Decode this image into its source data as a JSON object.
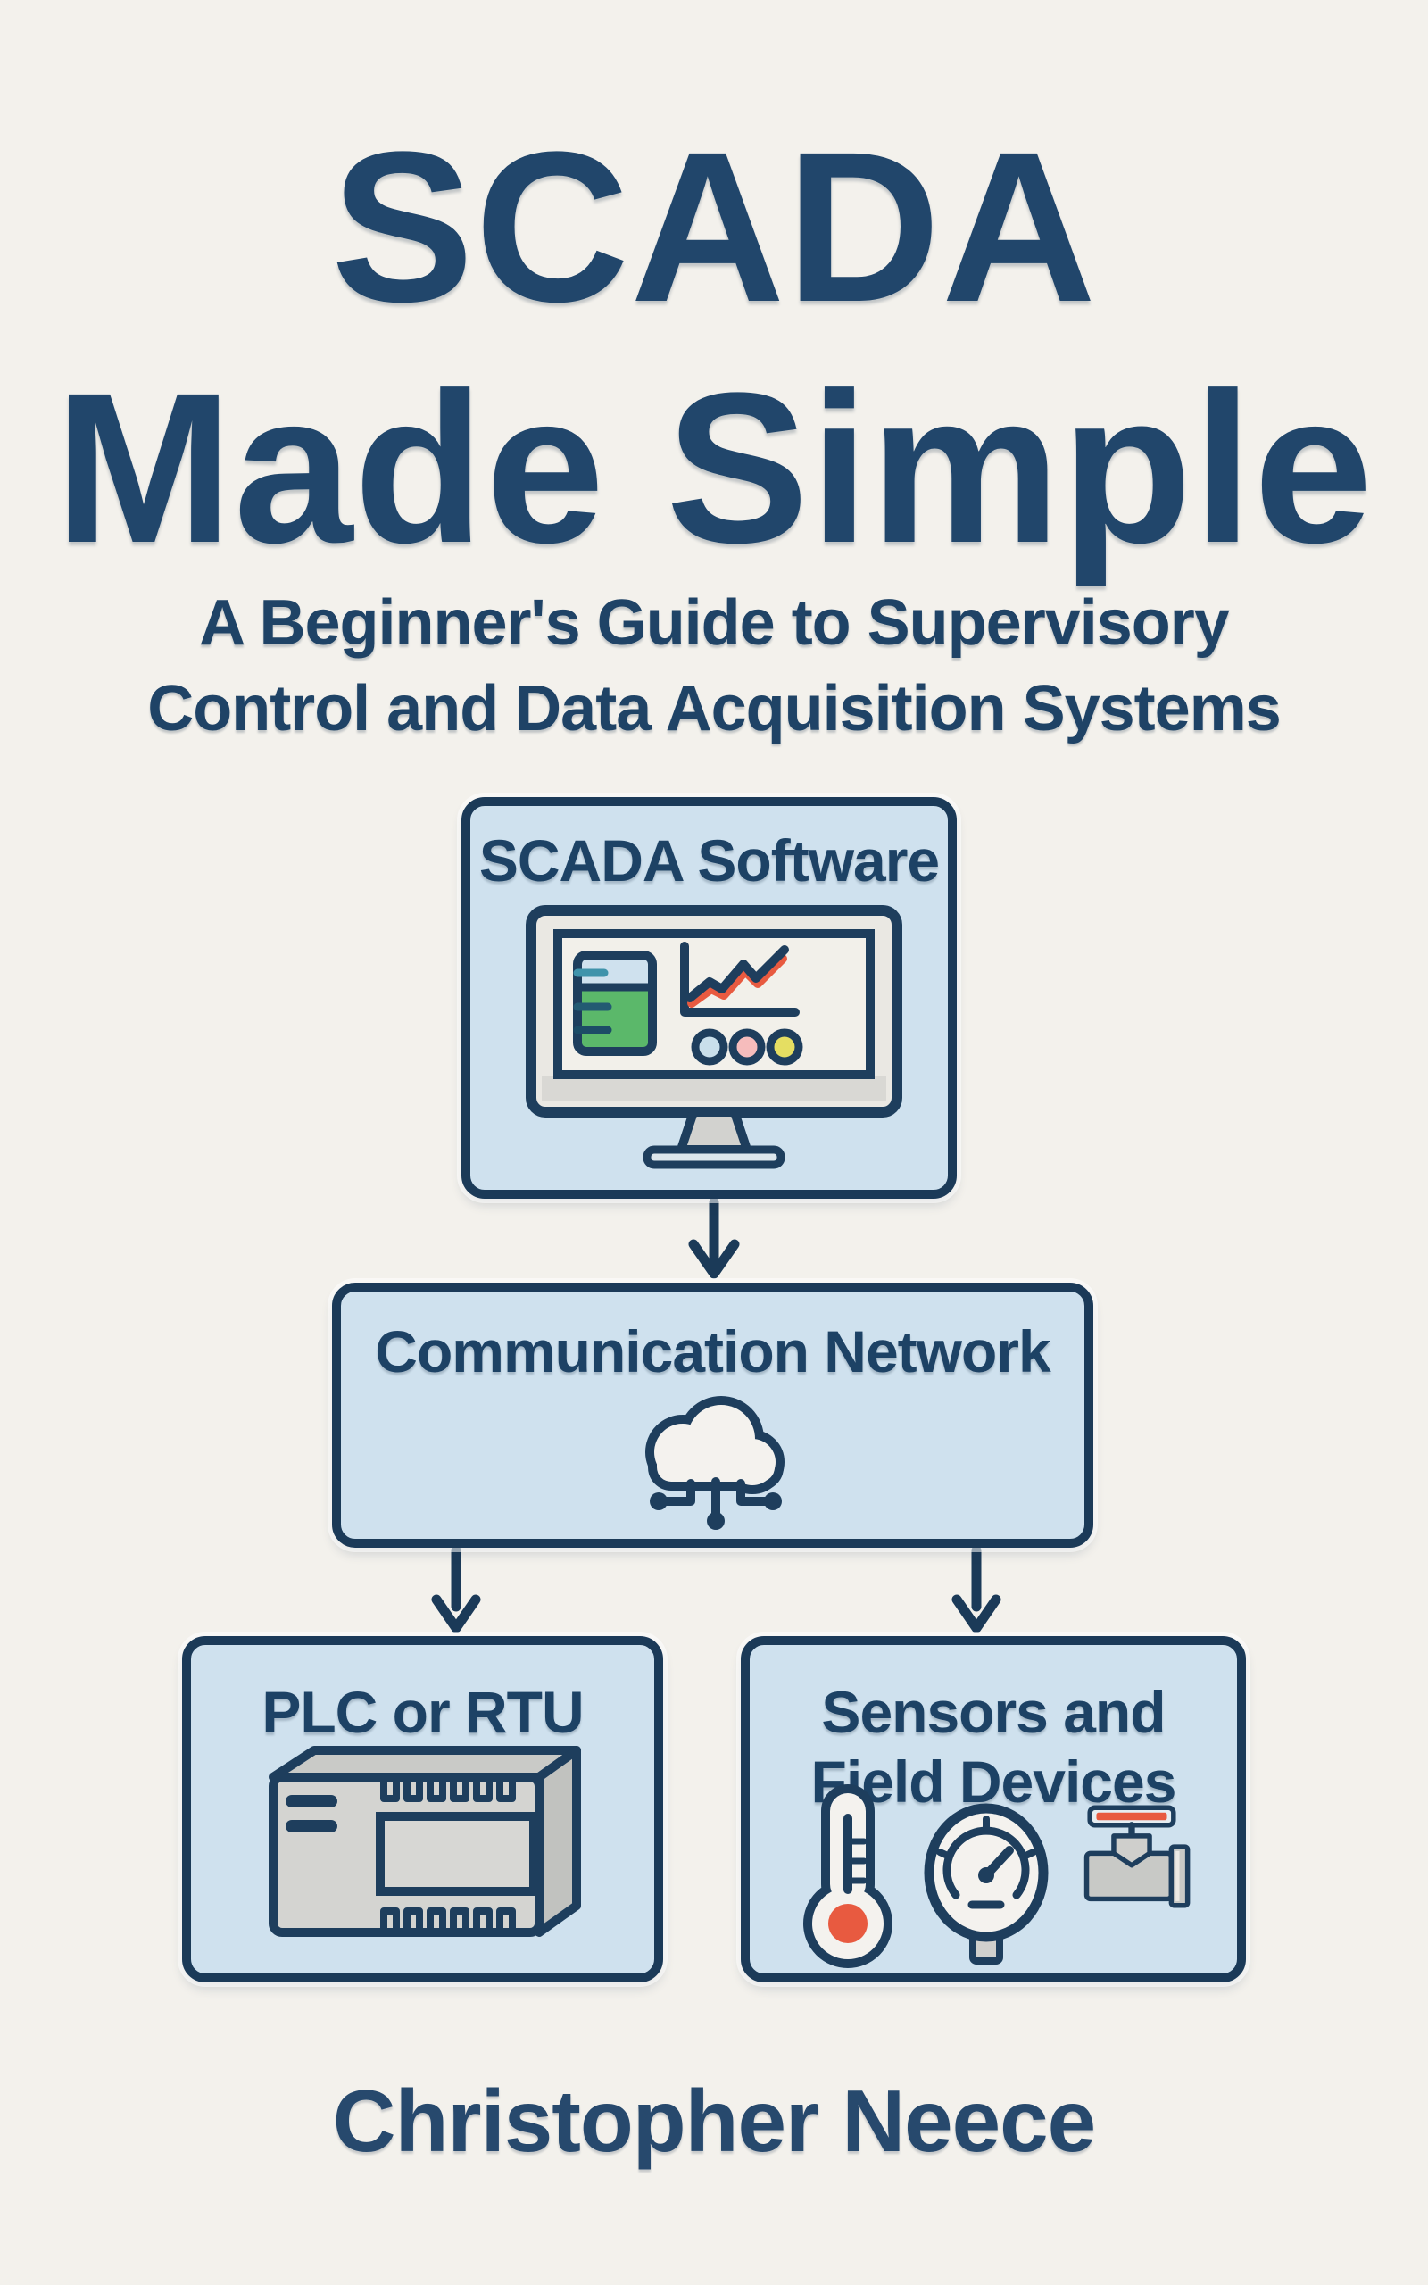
{
  "book_cover": {
    "title_line1": "SCADA",
    "title_line2": "Made Simple",
    "subtitle_line1": "A Beginner's Guide to Supervisory",
    "subtitle_line2": "Control and Data Acquisition Systems",
    "author": "Christopher Neece"
  },
  "diagram": {
    "nodes": {
      "scada_software": {
        "label": "SCADA Software",
        "icon": "monitor-dashboard-icon"
      },
      "communication_network": {
        "label": "Communication Network",
        "icon": "cloud-network-icon"
      },
      "plc_rtu": {
        "label": "PLC or RTU",
        "icon": "plc-controller-icon"
      },
      "sensors_field_devices": {
        "label_line1": "Sensors and",
        "label_line2": "Field Devices",
        "icons": [
          "thermometer-icon",
          "pressure-gauge-icon",
          "valve-icon"
        ]
      }
    },
    "edges": [
      {
        "from": "scada_software",
        "to": "communication_network"
      },
      {
        "from": "communication_network",
        "to": "plc_rtu"
      },
      {
        "from": "communication_network",
        "to": "sensors_field_devices"
      }
    ]
  },
  "colors": {
    "background": "#f3f1ec",
    "navy": "#1e3e5d",
    "title_text": "#21466b",
    "box_fill": "#cfe1ee",
    "box_border": "#1b3a58",
    "green": "#5bb86a",
    "orange_red": "#e85a40",
    "teal": "#3f93ab",
    "device_gray": "#cdcecb",
    "screen_white": "#f2f0ea",
    "status_dot_blue": "#c9dfeb",
    "status_dot_pink": "#f6bcbc",
    "status_dot_yellow": "#e5de62"
  }
}
